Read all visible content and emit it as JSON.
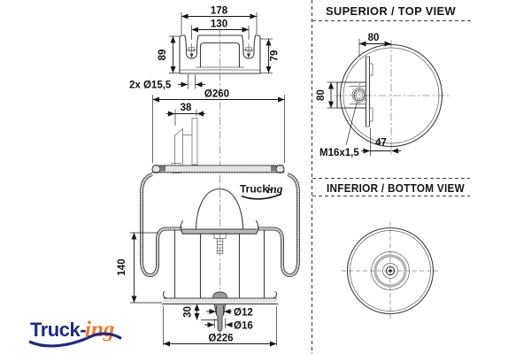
{
  "drawing": {
    "background": "#ffffff",
    "line_color": "#3b3b3b",
    "dim_color": "#111111"
  },
  "main_view": {
    "bracket": {
      "width": "178",
      "bolt_spacing": "130",
      "height_left": "89",
      "height_right": "79",
      "holes": "2x Ø15,5"
    },
    "body": {
      "top_plate_diameter": "Ø260",
      "port_offset": "38",
      "piston_height": "140",
      "stud_length": "30",
      "stud_diameter_small": "Ø12",
      "stud_diameter_large": "Ø16",
      "piston_diameter": "Ø226"
    },
    "brand_mark": {
      "part1": "Truck-",
      "part2": "ing"
    }
  },
  "top_view": {
    "title": "SUPERIOR / TOP VIEW",
    "plate_offset": "80",
    "plate_height": "80",
    "thread": "M16x1,5",
    "flange_depth": "47"
  },
  "bottom_view": {
    "title": "INFERIOR / BOTTOM VIEW"
  },
  "logo": {
    "part1": "Truck-",
    "part2": "ing",
    "blue": "#1c2b87",
    "orange": "#f0781e"
  }
}
